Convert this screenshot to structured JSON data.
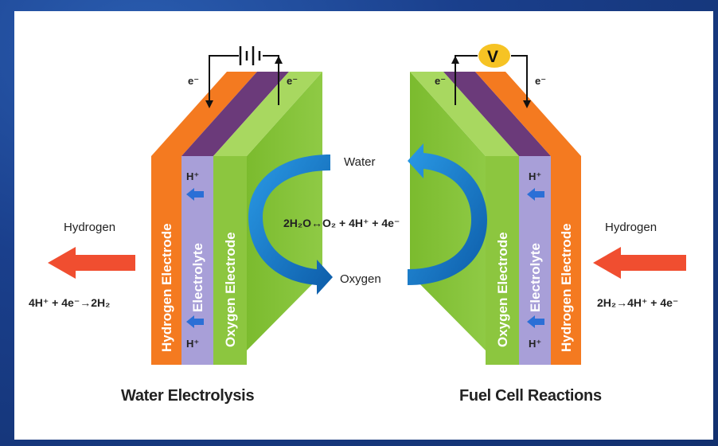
{
  "left": {
    "caption": "Water Electrolysis",
    "side_label": "Hydrogen",
    "side_equation": "4H⁺ + 4e⁻→2H₂",
    "layer_hydrogen": "Hydrogen Electrode",
    "layer_electrolyte": "Electrolyte",
    "layer_oxygen": "Oxygen Electrode",
    "ion_top": "H⁺",
    "ion_bottom": "H⁺",
    "electron_left": "e⁻",
    "electron_right": "e⁻"
  },
  "right": {
    "caption": "Fuel Cell Reactions",
    "side_label": "Hydrogen",
    "side_equation": "2H₂→4H⁺ + 4e⁻",
    "layer_hydrogen": "Hydrogen Electrode",
    "layer_electrolyte": "Electrolyte",
    "layer_oxygen": "Oxygen Electrode",
    "ion_top": "H⁺",
    "ion_bottom": "H⁺",
    "electron_left": "e⁻",
    "electron_right": "e⁻",
    "meter_label": "V"
  },
  "center": {
    "water_label": "Water",
    "equation": "2H₂O↔O₂ + 4H⁺ + 4e⁻",
    "oxygen_label": "Oxygen"
  },
  "colors": {
    "background": "#1a3f8c",
    "hydrogen_electrode": "#f47a20",
    "electrolyte": "#8a7fc8",
    "electrolyte_top": "#6b3a7a",
    "oxygen_electrode": "#8cc63f",
    "oxygen_top": "#a8d860",
    "arrow_red": "#f04e30",
    "arrow_blue": "#1d7fcf",
    "meter": "#f6c324"
  }
}
